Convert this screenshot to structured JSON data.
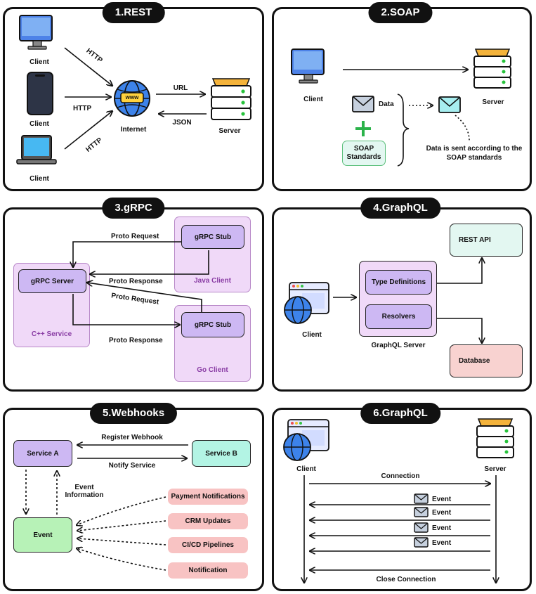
{
  "rest": {
    "title": "1.REST",
    "client1": "Client",
    "client2": "Client",
    "client3": "Client",
    "http1": "HTTP",
    "http2": "HTTP",
    "http3": "HTTP",
    "internet": "Internet",
    "www": "www",
    "url": "URL",
    "json": "JSON",
    "server": "Server"
  },
  "soap": {
    "title": "2.SOAP",
    "client": "Client",
    "server": "Server",
    "data": "Data",
    "standards_line1": "SOAP",
    "standards_line2": "Standards",
    "note_line1": "Data is sent according to the",
    "note_line2": "SOAP standards"
  },
  "grpc": {
    "title": "3.gRPC",
    "proto_request1": "Proto Request",
    "proto_response1": "Proto Response",
    "proto_request2": "Proto Request",
    "proto_response2": "Proto Response",
    "grpc_server": "gRPC Server",
    "cpp_service": "C++ Service",
    "stub1": "gRPC Stub",
    "java_client": "Java Client",
    "stub2": "gRPC Stub",
    "go_client": "Go Client"
  },
  "graphql": {
    "title": "4.GraphQL",
    "client": "Client",
    "type_defs": "Type Definitions",
    "resolvers": "Resolvers",
    "server_label": "GraphQL Server",
    "rest_api": "REST API",
    "database": "Database"
  },
  "webhooks": {
    "title": "5.Webhooks",
    "service_a": "Service A",
    "service_b": "Service B",
    "register": "Register Webhook",
    "notify": "Notify Service",
    "event_info_line1": "Event",
    "event_info_line2": "Information",
    "event": "Event",
    "payment": "Payment Notifications",
    "crm": "CRM Updates",
    "cicd": "CI/CD Pipelines",
    "notification": "Notification"
  },
  "graphql2": {
    "title": "6.GraphQL",
    "client": "Client",
    "server": "Server",
    "connection": "Connection",
    "event1": "Event",
    "event2": "Event",
    "event3": "Event",
    "event4": "Event",
    "close": "Close Connection"
  },
  "colors": {
    "purple": "#cdb8f3",
    "light_purple": "#f0d9f8",
    "mint": "#b3f4e4",
    "green": "#b7f2b7",
    "pink": "#f8c3c3",
    "salmon": "#f8d2d0",
    "plus": "#2bb34a"
  }
}
